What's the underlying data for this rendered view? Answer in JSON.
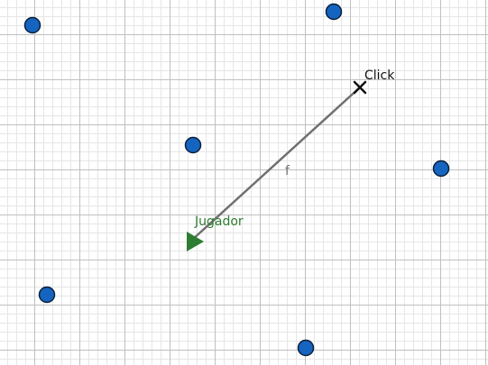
{
  "canvas": {
    "background": "#ffffff",
    "grid": {
      "enabled": true,
      "major_color": "#c0c0c0",
      "minor_color": "#e6e6e6"
    }
  },
  "labels": {
    "player": "Jugador",
    "click_point": "Click",
    "segment": "f"
  },
  "colors": {
    "player": "#2e7d32",
    "player_label": "#2e7d32",
    "click_marker": "#111111",
    "segment": "#707070",
    "points_fill": "#1565c0",
    "points_stroke": "#0b1f3a"
  },
  "icons": {
    "player": "triangle-right",
    "click": "x-mark",
    "points": "circle"
  }
}
